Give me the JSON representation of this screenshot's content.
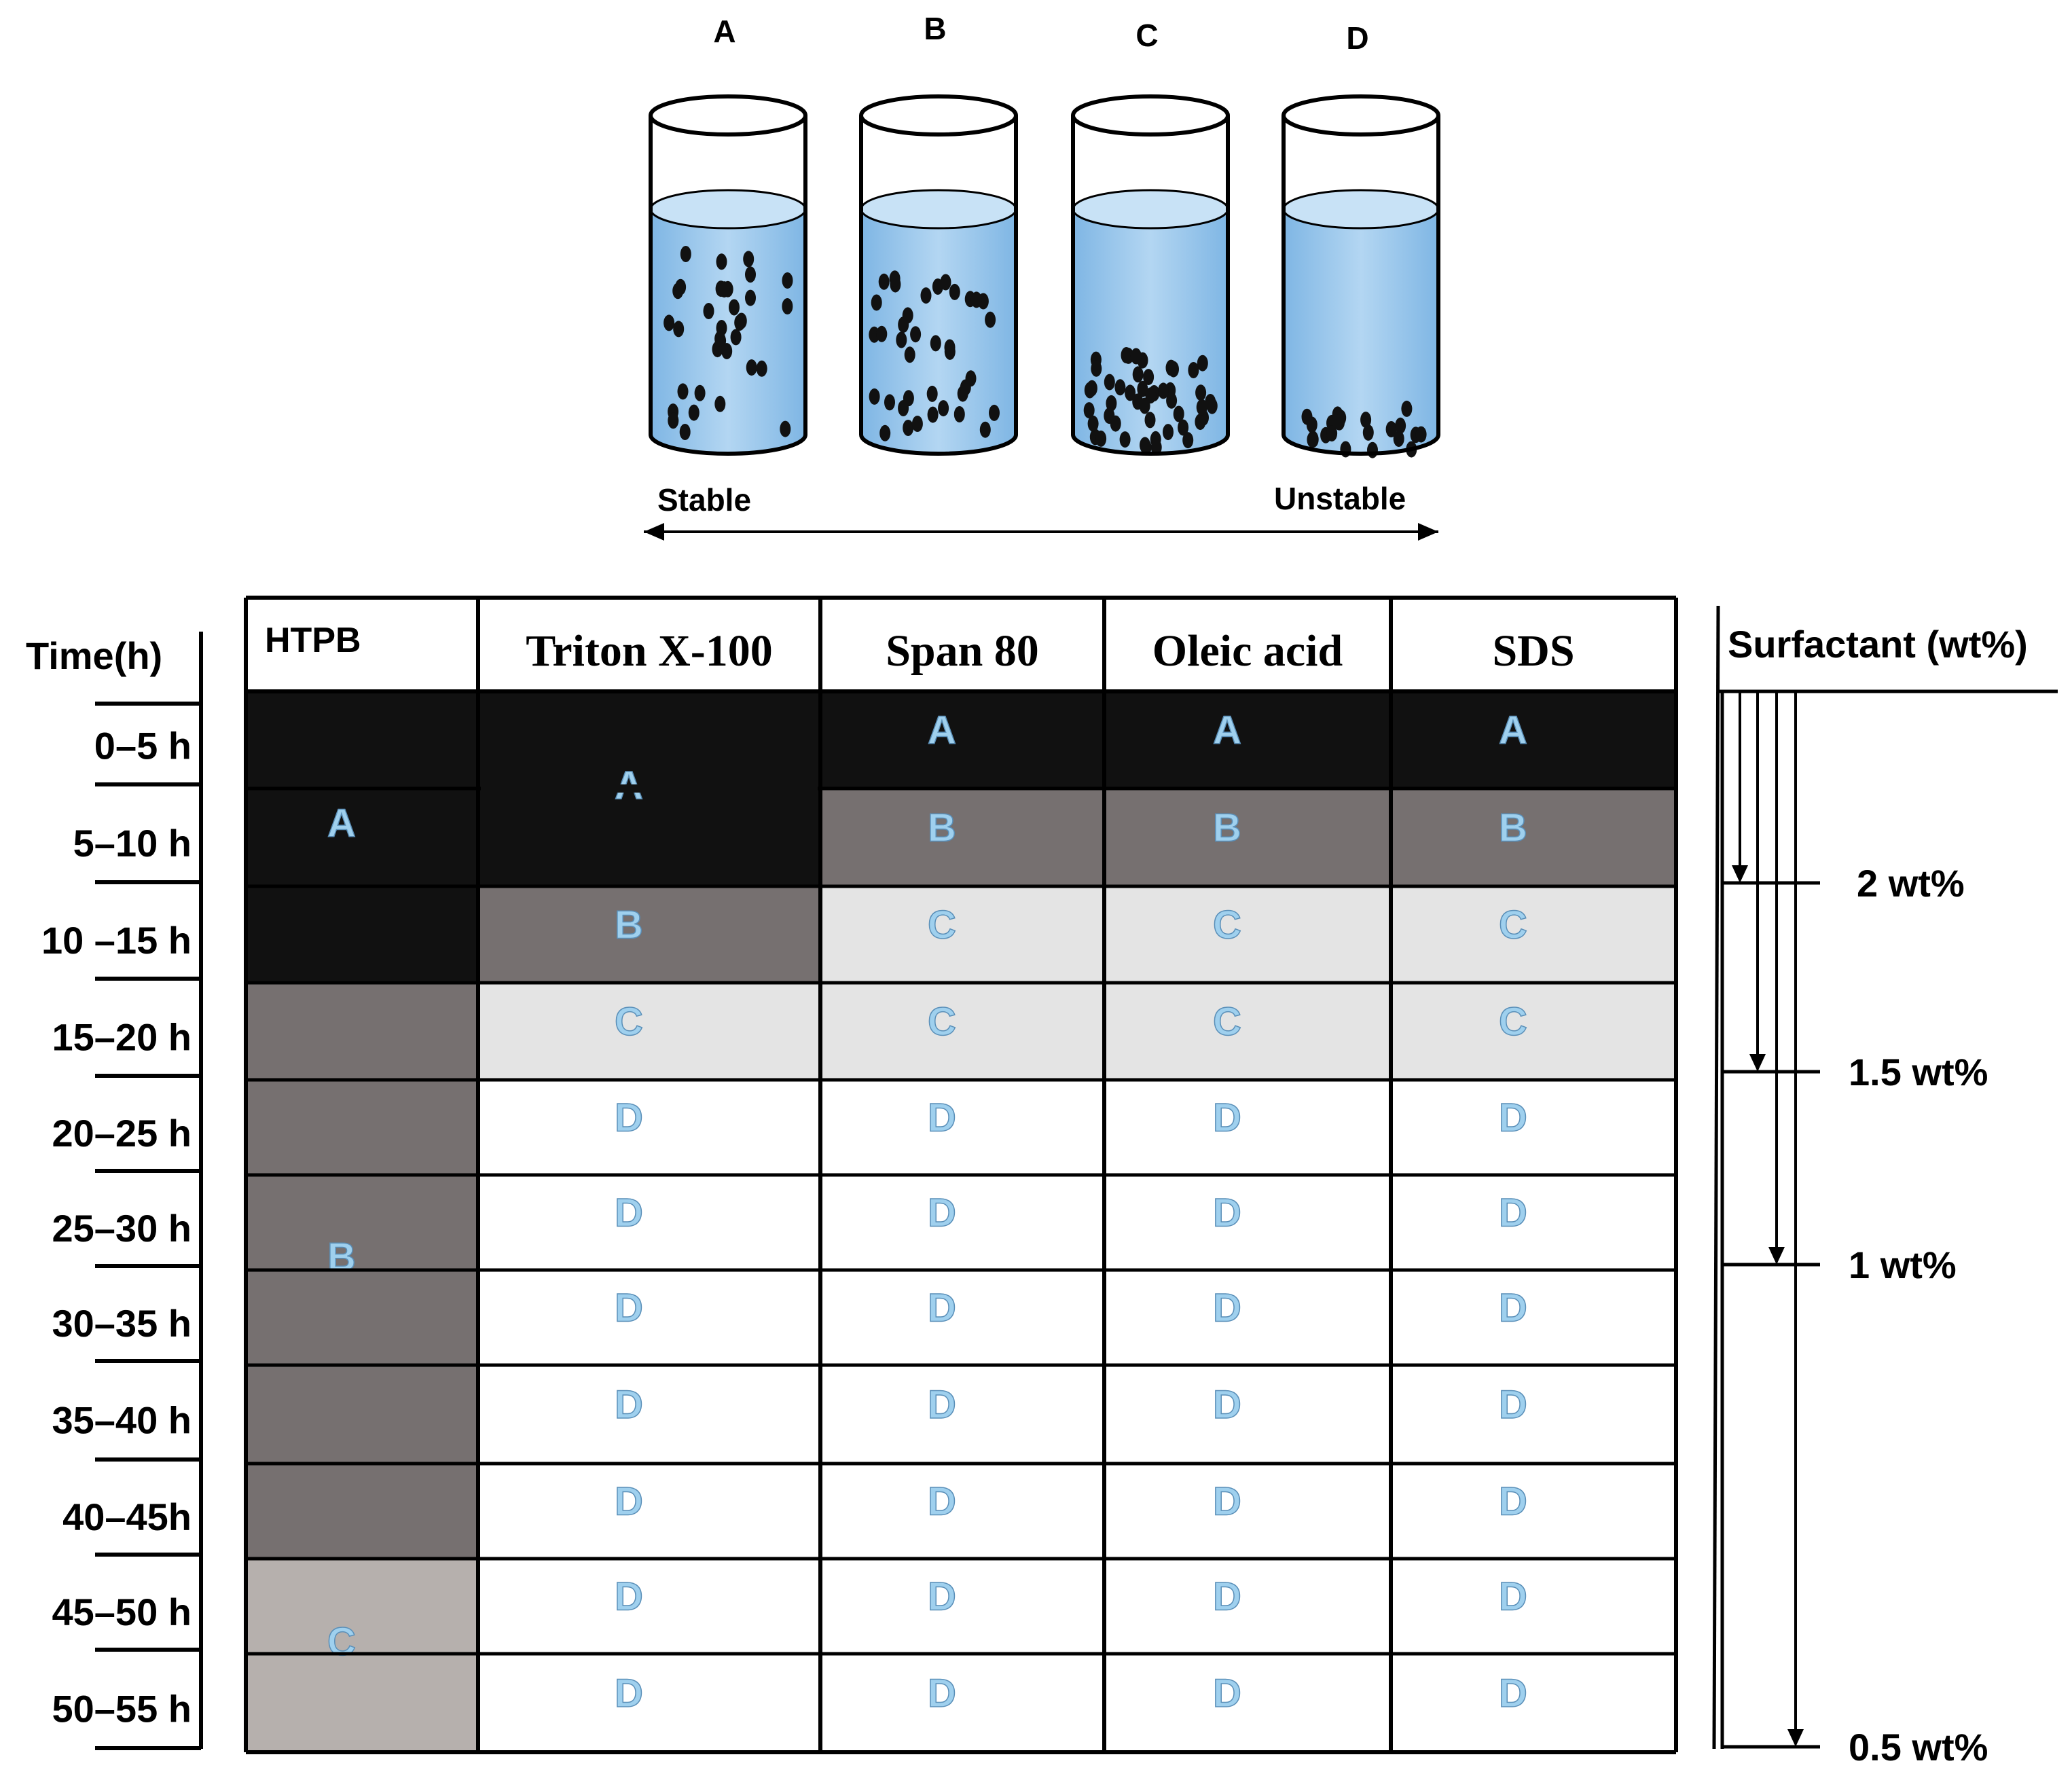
{
  "vials": [
    {
      "label": "A",
      "state": "dispersed"
    },
    {
      "label": "B",
      "state": "settling"
    },
    {
      "label": "C",
      "state": "sedimented"
    },
    {
      "label": "D",
      "state": "fully-settled"
    }
  ],
  "stability_axis": {
    "left": "Stable",
    "right": "Unstable"
  },
  "table": {
    "time_header": "Time(h)",
    "columns": [
      "HTPB",
      "Triton X-100",
      "Span 80",
      "Oleic acid",
      "SDS"
    ],
    "rows": [
      "0–5 h",
      "5–10 h",
      "10 –15 h",
      "15–20 h",
      "20–25 h",
      "25–30 h",
      "30–35 h",
      "35–40 h",
      "40–45h",
      "45–50 h",
      "50–55 h"
    ],
    "htpb_groups": [
      {
        "label": "A",
        "row_start": 0,
        "row_end": 2
      },
      {
        "label": "B",
        "row_start": 3,
        "row_end": 8
      },
      {
        "label": "C",
        "row_start": 9,
        "row_end": 10
      }
    ],
    "surfactant_cells": [
      [
        "A",
        "A",
        "A",
        "A"
      ],
      [
        "A",
        "B",
        "B",
        "B"
      ],
      [
        "B",
        "C",
        "C",
        "C"
      ],
      [
        "C",
        "C",
        "C",
        "C"
      ],
      [
        "D",
        "D",
        "D",
        "D"
      ],
      [
        "D",
        "D",
        "D",
        "D"
      ],
      [
        "D",
        "D",
        "D",
        "D"
      ],
      [
        "D",
        "D",
        "D",
        "D"
      ],
      [
        "D",
        "D",
        "D",
        "D"
      ],
      [
        "D",
        "D",
        "D",
        "D"
      ],
      [
        "D",
        "D",
        "D",
        "D"
      ]
    ],
    "triton_merged_A": {
      "label": "A",
      "row_start": 0,
      "row_end": 1
    }
  },
  "state_colors": {
    "A": "#111111",
    "B": "#767070",
    "C_htpb": "#b6b0ad",
    "C": "#e4e4e4",
    "D": "#ffffff"
  },
  "letter_color": "#9fd0ee",
  "surfactant_scale": {
    "header": "Surfactant (wt%)",
    "levels": [
      "2 wt%",
      "1.5 wt%",
      "1 wt%",
      "0.5 wt%"
    ]
  }
}
